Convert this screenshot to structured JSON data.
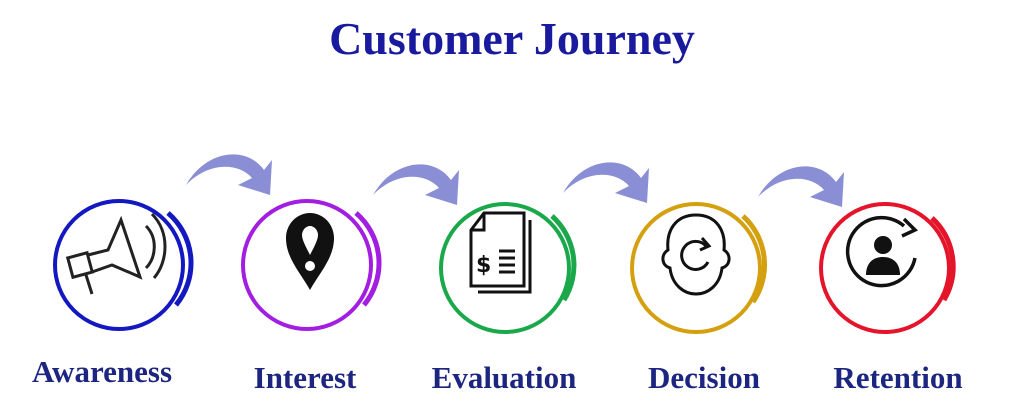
{
  "title": "Customer Journey",
  "stages": [
    {
      "label": "Awareness",
      "icon": "megaphone-icon",
      "color": "#1418c0"
    },
    {
      "label": "Interest",
      "icon": "location-pin-icon",
      "color": "#a21ee0"
    },
    {
      "label": "Evaluation",
      "icon": "invoice-document-icon",
      "color": "#1aa84a"
    },
    {
      "label": "Decision",
      "icon": "head-refresh-icon",
      "color": "#d4a010"
    },
    {
      "label": "Retention",
      "icon": "user-refresh-icon",
      "color": "#e4142a"
    }
  ],
  "arrow_color": "#8a8ed4"
}
